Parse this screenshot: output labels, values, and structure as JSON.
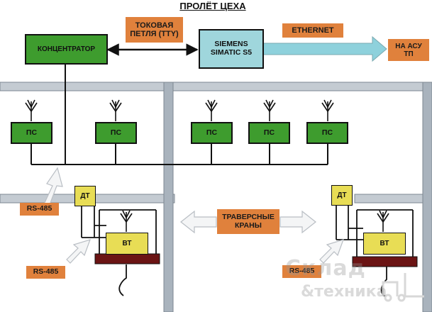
{
  "title": "ПРОЛЁТ ЦЕХА",
  "labels": {
    "concentrator": "КОНЦЕНТРАТОР",
    "current_loop": "ТОКОВАЯ\nПЕТЛЯ (TTY)",
    "plc": "SIEMENS\nSIMATIC S5",
    "ethernet": "ETHERNET",
    "acs": "НА АСУ\nТП",
    "ps": "ПС",
    "dt": "ДТ",
    "vt": "ВТ",
    "rs485": "RS-485",
    "cranes": "ТРАВЕРСНЫЕ\nКРАНЫ"
  },
  "watermark": {
    "line1": "Склад",
    "line2": "&техника"
  },
  "colors": {
    "orange": "#e0813c",
    "green": "#3e9c2e",
    "plc": "#9fd6dc",
    "yellow": "#e8dd55",
    "beam": "#6b1414",
    "rail": "#a9b3bd",
    "arrow_cyan": "#8ed1dc"
  }
}
